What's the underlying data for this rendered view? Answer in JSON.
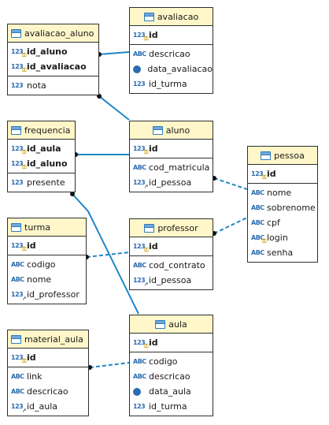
{
  "tables": {
    "avaliacao_aluno": {
      "name": "avaliacao_aluno",
      "pk": [
        "id_aluno",
        "id_avaliacao"
      ],
      "cols": [
        "nota"
      ]
    },
    "avaliacao": {
      "name": "avaliacao",
      "pk": [
        "id"
      ],
      "cols": [
        "descricao",
        "data_avaliacao",
        "id_turma"
      ]
    },
    "frequencia": {
      "name": "frequencia",
      "pk": [
        "id_aula",
        "id_aluno"
      ],
      "cols": [
        "presente"
      ]
    },
    "aluno": {
      "name": "aluno",
      "pk": [
        "id"
      ],
      "cols": [
        "cod_matricula",
        "id_pessoa"
      ]
    },
    "pessoa": {
      "name": "pessoa",
      "pk": [
        "id"
      ],
      "cols": [
        "nome",
        "sobrenome",
        "cpf",
        "login",
        "senha"
      ]
    },
    "turma": {
      "name": "turma",
      "pk": [
        "id"
      ],
      "cols": [
        "codigo",
        "nome",
        "id_professor"
      ]
    },
    "professor": {
      "name": "professor",
      "pk": [
        "id"
      ],
      "cols": [
        "cod_contrato",
        "id_pessoa"
      ]
    },
    "material_aula": {
      "name": "material_aula",
      "pk": [
        "id"
      ],
      "cols": [
        "link",
        "descricao",
        "id_aula"
      ]
    },
    "aula": {
      "name": "aula",
      "pk": [
        "id"
      ],
      "cols": [
        "codigo",
        "descricao",
        "data_aula",
        "id_turma"
      ]
    }
  },
  "type_labels": {
    "num": "123",
    "text": "ABC"
  },
  "colors": {
    "header_bg": "#fff7c9",
    "border": "#2f2f2f",
    "edge": "#1f86c8",
    "accent": "#2b6cb0"
  }
}
